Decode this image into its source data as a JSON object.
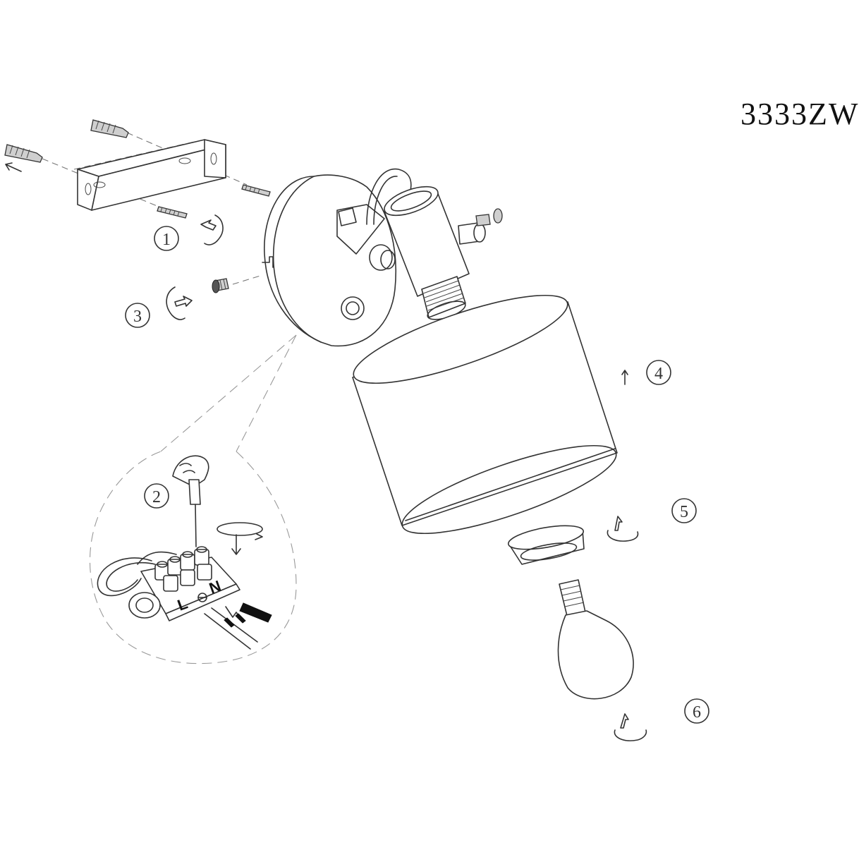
{
  "model_code": "3333ZW",
  "steps": [
    {
      "number": "1"
    },
    {
      "number": "2"
    },
    {
      "number": "3"
    },
    {
      "number": "4"
    },
    {
      "number": "5"
    },
    {
      "number": "6"
    }
  ],
  "terminal_labels": {
    "live": "L",
    "neutral": "N"
  },
  "icons": [
    "wall-plug-icon",
    "screw-icon",
    "rotate-arrow-icon",
    "up-arrow-icon",
    "screwdriver-icon",
    "hand-icon",
    "light-bulb-icon"
  ]
}
